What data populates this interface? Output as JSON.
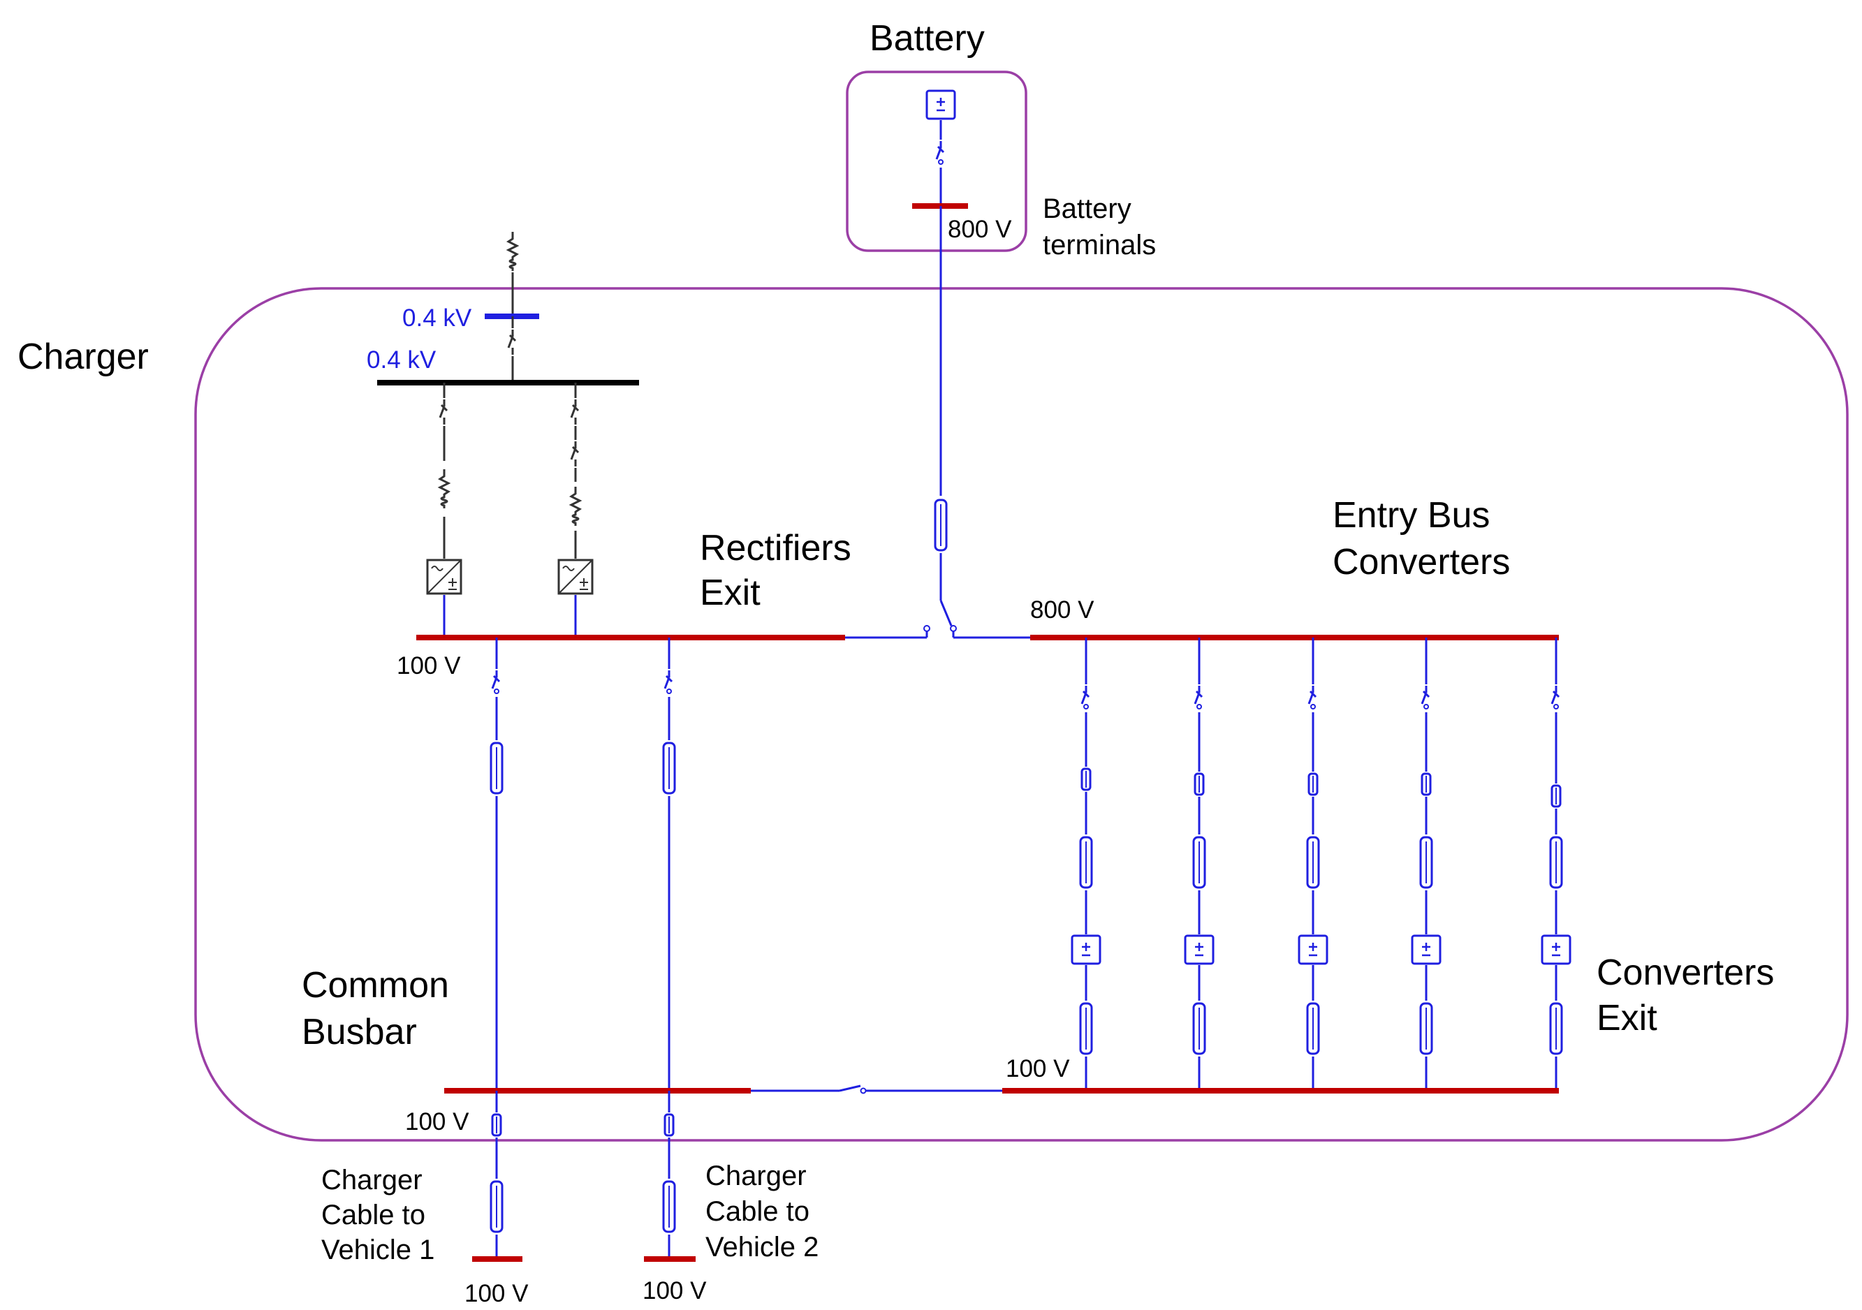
{
  "colors": {
    "wire": "#1f1fe0",
    "dc_bus": "#c00000",
    "ac_bus": "#000000",
    "region": "#9b3fa6",
    "blue_label": "#1f1fe0"
  },
  "labels": {
    "battery_title": "Battery",
    "battery_terminals_line1": "Battery",
    "battery_terminals_line2": "terminals",
    "battery_voltage": "800 V",
    "charger_title": "Charger",
    "ac_upper_voltage": "0.4 kV",
    "ac_bus_voltage": "0.4 kV",
    "rectifiers_exit_line1": "Rectifiers",
    "rectifiers_exit_line2": "Exit",
    "rectifiers_voltage": "100 V",
    "entry_bus_line1": "Entry Bus",
    "entry_bus_line2": "Converters",
    "entry_bus_voltage": "800 V",
    "common_busbar_line1": "Common",
    "common_busbar_line2": "Busbar",
    "common_busbar_voltage": "100 V",
    "converters_exit_line1": "Converters",
    "converters_exit_line2": "Exit",
    "converters_exit_voltage": "100 V",
    "cable1_line1": "Charger",
    "cable1_line2": "Cable to",
    "cable1_line3": "Vehicle 1",
    "cable1_voltage": "100 V",
    "cable2_line1": "Charger",
    "cable2_line2": "Cable to",
    "cable2_line3": "Vehicle 2",
    "cable2_voltage": "100 V"
  },
  "icons": {
    "battery_source": "dc-source-icon",
    "rectifier": "rectifier-icon",
    "converter": "dc-dc-converter-icon",
    "switch": "switch-icon",
    "fuse": "fuse-icon",
    "impedance": "impedance-icon",
    "grid_feed": "grid-feed-icon"
  }
}
